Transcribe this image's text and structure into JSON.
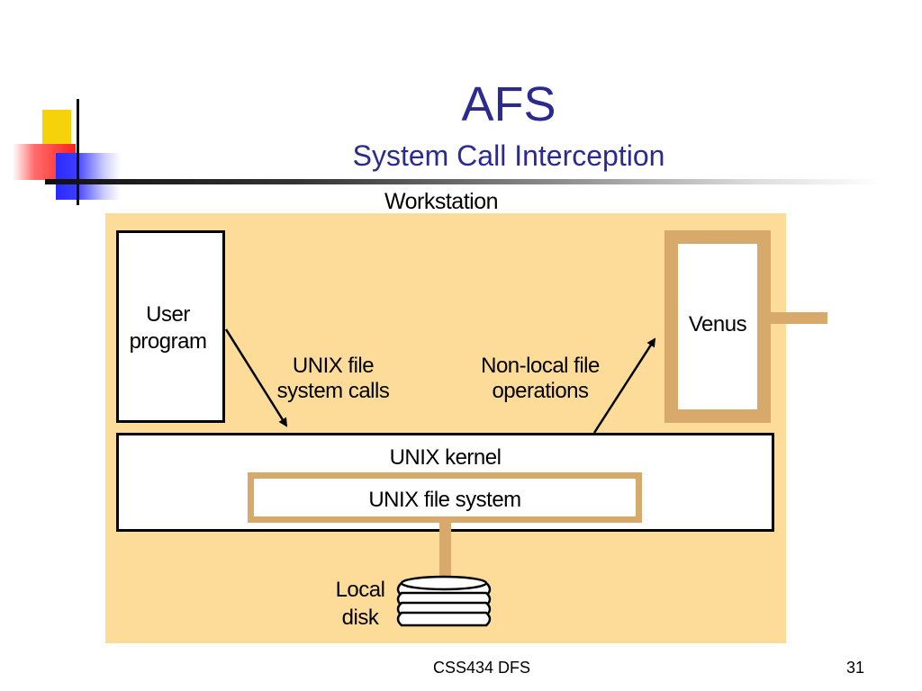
{
  "slide": {
    "title": "AFS",
    "subtitle": "System Call Interception",
    "footer_course": "CSS434 DFS",
    "page_number": "31"
  },
  "diagram": {
    "workstation_label": "Workstation",
    "user_program_line1": "User",
    "user_program_line2": "program",
    "venus_label": "Venus",
    "syscalls_line1": "UNIX file",
    "syscalls_line2": "system calls",
    "nonlocal_line1": "Non-local file",
    "nonlocal_line2": "operations",
    "kernel_label": "UNIX kernel",
    "filesystem_label": "UNIX file system",
    "disk_line1": "Local",
    "disk_line2": "disk"
  },
  "colors": {
    "title": "#2b2b8f",
    "workstation_fill": "#fddc9a",
    "tan": "#d7a96a"
  }
}
